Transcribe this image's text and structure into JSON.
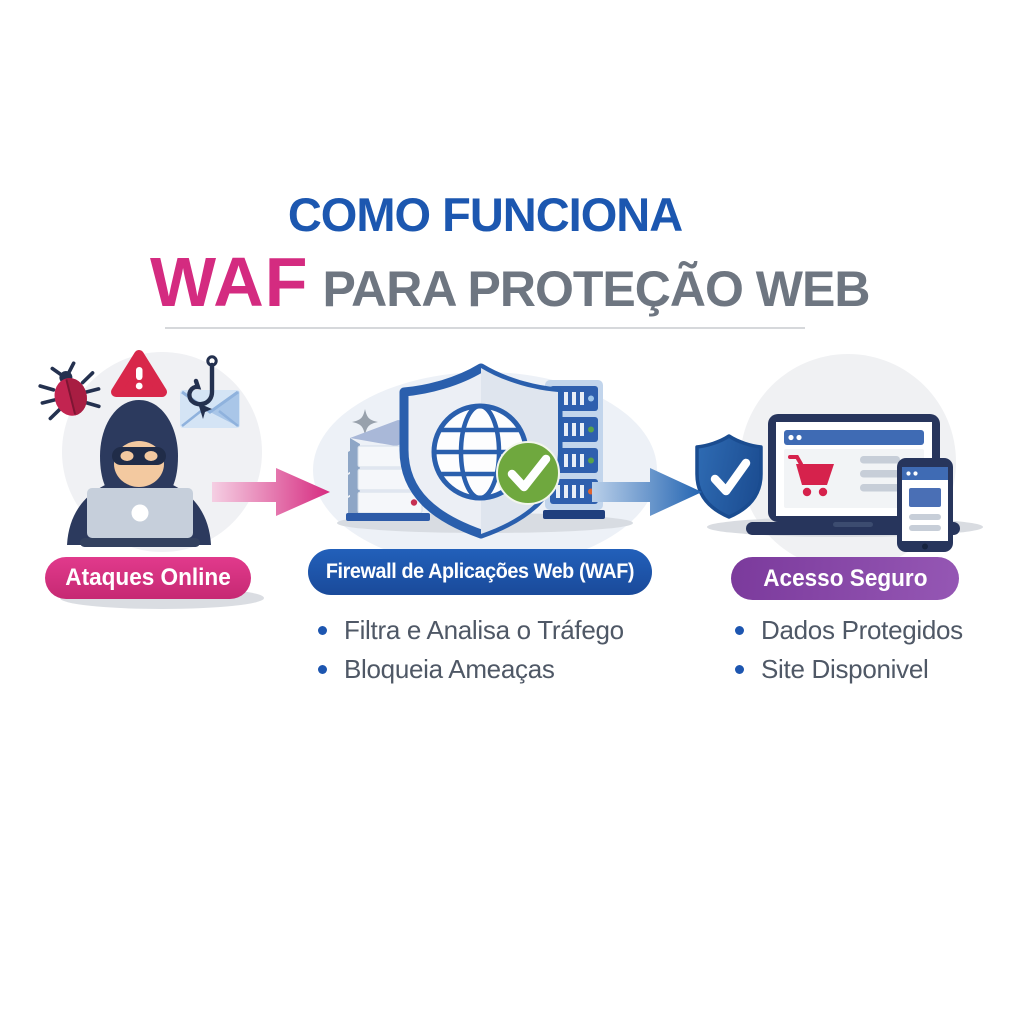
{
  "title": {
    "kicker": "COMO FUNCIONA",
    "highlight": "WAF",
    "rest": "PARA PROTEÇÃO WEB"
  },
  "stages": [
    {
      "id": "ataques",
      "label": "Ataques Online",
      "badge_color": "#d5307e",
      "icons": [
        "bug-icon",
        "warning-triangle-icon",
        "phishing-email-hook-icon",
        "hacker-laptop-illustration"
      ],
      "bullets": []
    },
    {
      "id": "waf",
      "label": "Firewall de Aplicações Web (WAF)",
      "badge_color": "#1d55ae",
      "icons": [
        "sparkle-icon",
        "server-stack-icon",
        "globe-shield-icon",
        "server-rack-icon",
        "check-circle-icon"
      ],
      "bullets": [
        "Filtra e Analisa o Tráfego",
        "Bloqueia Ameaças"
      ]
    },
    {
      "id": "acesso",
      "label": "Acesso Seguro",
      "badge_color": "#7e3b9e",
      "icons": [
        "shield-check-icon",
        "laptop-shopping-cart-icon",
        "smartphone-icon"
      ],
      "bullets": [
        "Dados Protegidos",
        "Site Disponivel"
      ]
    }
  ],
  "arrows": [
    {
      "direction": "right",
      "color": "#d62b80"
    },
    {
      "direction": "right",
      "color": "#2465b2"
    }
  ],
  "colors": {
    "title_blue": "#1c57b0",
    "accent_pink": "#d42b80",
    "subtitle_gray": "#6e7681",
    "badge_pink": "#d5307e",
    "badge_blue": "#1d55ae",
    "badge_purple": "#7e3b9e",
    "success_green": "#6fa83e",
    "alert_red": "#d8274a",
    "bullet_dot_blue": "#1d56b0",
    "bullet_text": "#4f5866"
  }
}
